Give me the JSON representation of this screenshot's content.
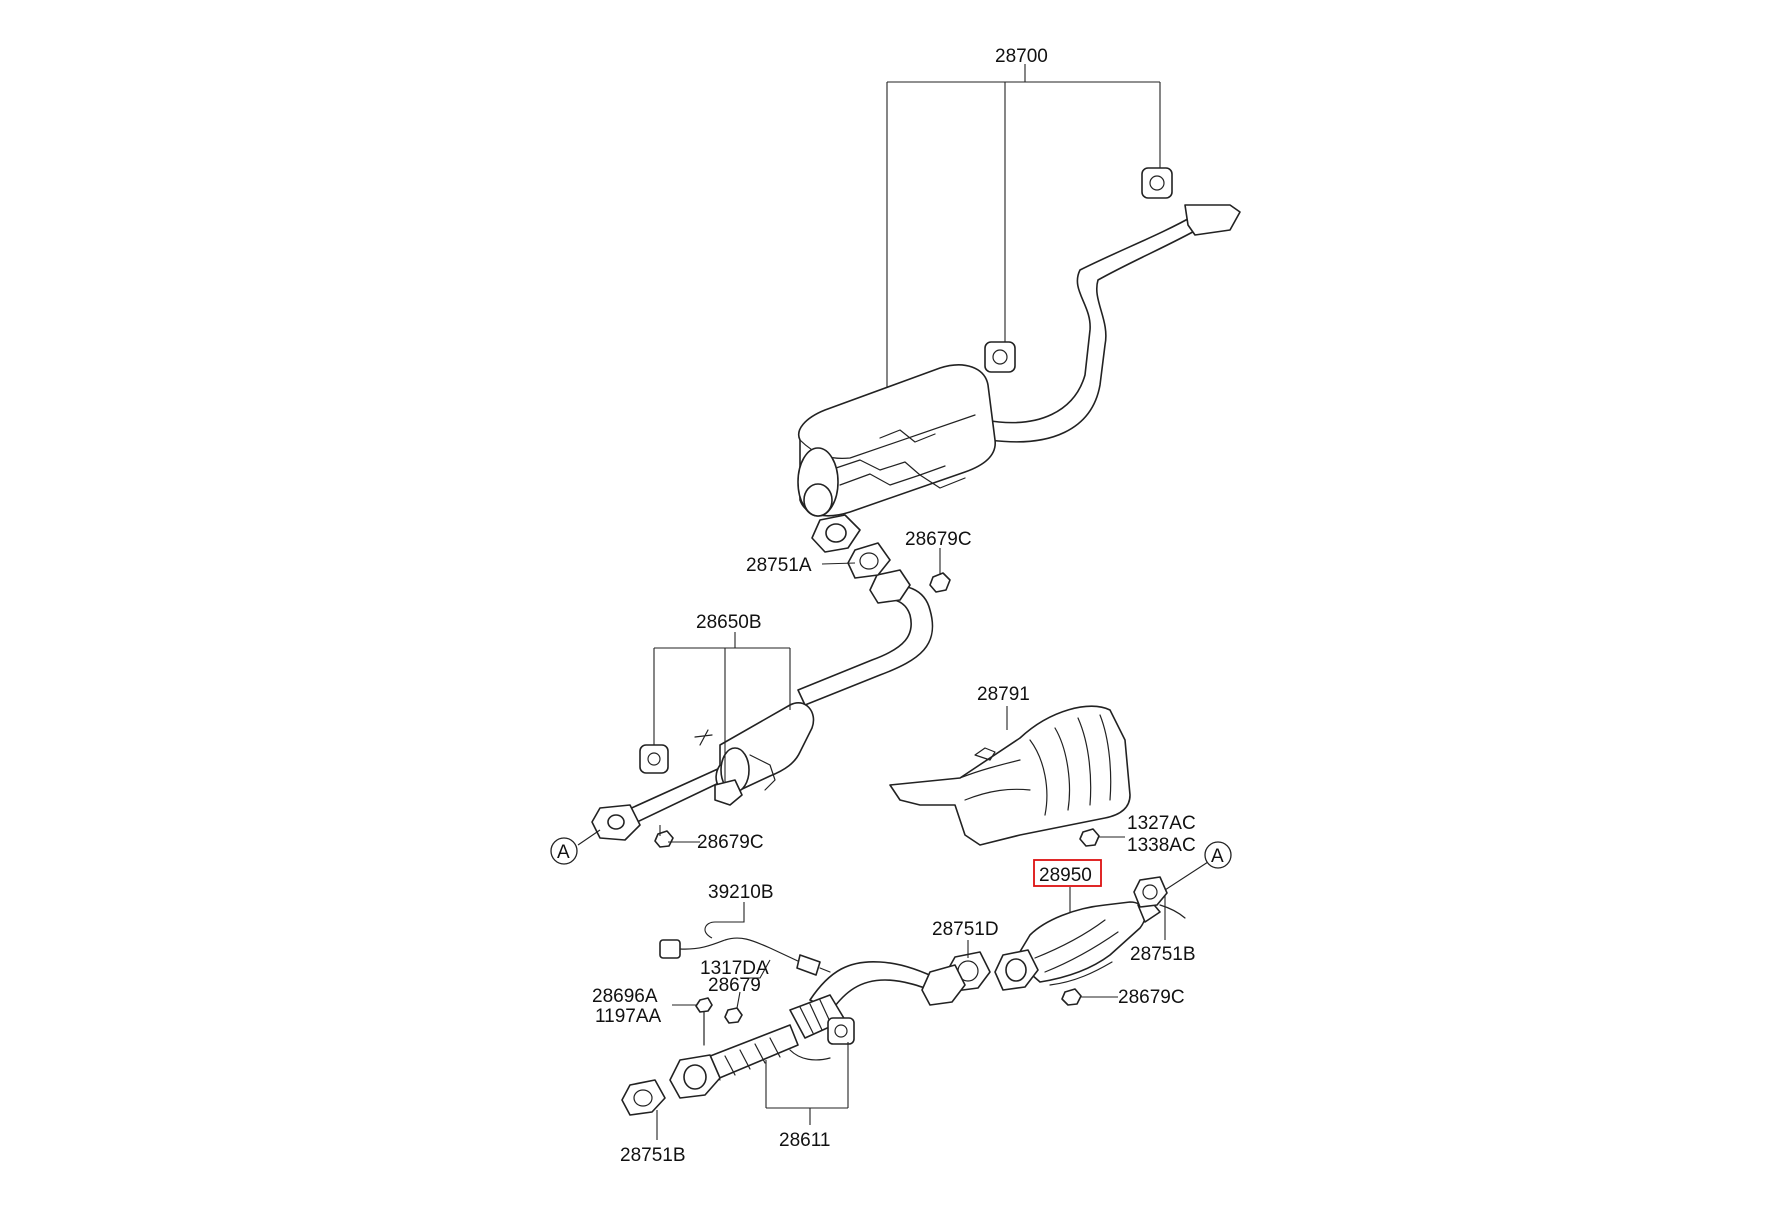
{
  "labels": {
    "muffler_assy": "28700",
    "gasket_rear": "28751A",
    "nut_rear": "28679C",
    "center_muffler": "28650B",
    "nut_center": "28679C",
    "heat_protector": "28791",
    "bolt_1": "1327AC",
    "bolt_2": "1338AC",
    "catalytic_converter": "28950",
    "gasket_mid": "28751D",
    "gasket_cat": "28751B",
    "nut_cat": "28679C",
    "oxygen_sensor": "39210B",
    "clip": "1317DA",
    "nut_front": "28679",
    "bolt_front_1": "28696A",
    "bolt_front_2": "1197AA",
    "gasket_front": "28751B",
    "front_pipe": "28611"
  },
  "callouts": {
    "a_left": "A",
    "a_right": "A"
  },
  "colors": {
    "line": "#222222",
    "highlight": "#dd1111"
  }
}
